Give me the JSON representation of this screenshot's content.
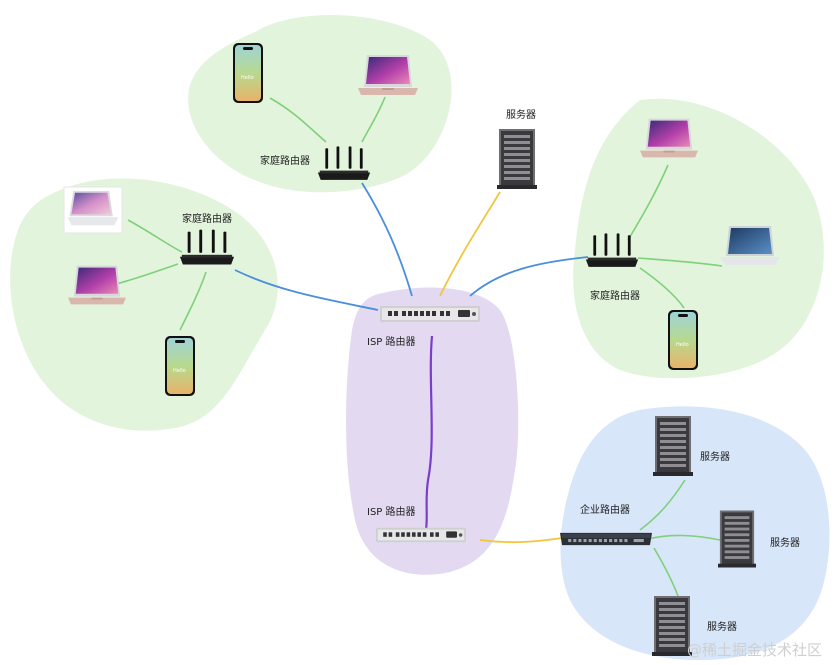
{
  "labels": {
    "home_router": "家庭路由器",
    "server": "服务器",
    "isp_router": "ISP 路由器",
    "enterprise_router": "企业路由器"
  },
  "watermark": "@稀土掘金技术社区",
  "colors": {
    "home_zone": "#e2f4dc",
    "isp_zone": "#e3daf2",
    "enterprise_zone": "#d7e6f8",
    "wire_blue": "#4a8fdc",
    "wire_yellow": "#f1c63e",
    "wire_green": "#7fd07a",
    "wire_purple": "#7a3ec9"
  }
}
